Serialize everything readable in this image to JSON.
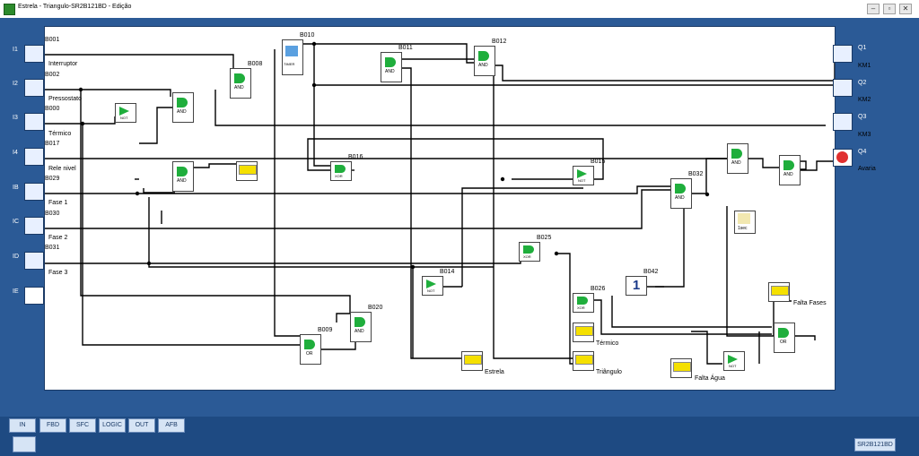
{
  "window": {
    "title": "Estrela - Triangulo-SR2B121BD - Edição",
    "controls": [
      "minimize",
      "restore",
      "close"
    ]
  },
  "inputs": [
    {
      "label": "I1",
      "id": "B001",
      "name": "Interruptor"
    },
    {
      "label": "I2",
      "id": "B002",
      "name": "Pressostato"
    },
    {
      "label": "I3",
      "id": "B000",
      "name": "Térmico"
    },
    {
      "label": "I4",
      "id": "B017",
      "name": "Rele nivel"
    },
    {
      "label": "IB",
      "id": "B029",
      "name": "Fase 1"
    },
    {
      "label": "IC",
      "id": "B030",
      "name": "Fase 2"
    },
    {
      "label": "ID",
      "id": "B031",
      "name": "Fase 3"
    },
    {
      "label": "IE",
      "id": "",
      "name": ""
    }
  ],
  "outputs": [
    {
      "label": "Q1",
      "name": "KM1"
    },
    {
      "label": "Q2",
      "name": "KM2"
    },
    {
      "label": "Q3",
      "name": "KM3"
    },
    {
      "label": "Q4",
      "name": "Avaria"
    }
  ],
  "blocks": {
    "B010": {
      "id": "B010",
      "type": "TIMER"
    },
    "B011": {
      "id": "B011",
      "type": "AND"
    },
    "B012": {
      "id": "B012",
      "type": "AND"
    },
    "B008": {
      "id": "B008",
      "type": "AND"
    },
    "NOT1": {
      "id": "",
      "type": "NOT"
    },
    "AND1": {
      "id": "",
      "type": "AND"
    },
    "AND2": {
      "id": "",
      "type": "AND"
    },
    "DISP1": {
      "id": "",
      "type": "DISPLAY"
    },
    "B016": {
      "id": "B016",
      "type": "XOR"
    },
    "B015": {
      "id": "B015",
      "type": "NOT"
    },
    "B032": {
      "id": "B032",
      "type": "AND"
    },
    "AND3": {
      "id": "",
      "type": "AND"
    },
    "AND4": {
      "id": "",
      "type": "AND"
    },
    "SEC": {
      "id": "",
      "type": "1sec"
    },
    "B025": {
      "id": "B025",
      "type": "XOR"
    },
    "B014": {
      "id": "B014",
      "type": "NOT"
    },
    "B042": {
      "id": "B042",
      "type": "1"
    },
    "B026": {
      "id": "B026",
      "type": "XOR"
    },
    "B020": {
      "id": "B020",
      "type": "AND"
    },
    "B009": {
      "id": "B009",
      "type": "OR"
    },
    "OR2": {
      "id": "",
      "type": "OR"
    },
    "NOT4": {
      "id": "",
      "type": "NOT"
    }
  },
  "displays": [
    {
      "name": "Térmico"
    },
    {
      "name": "Estrela"
    },
    {
      "name": "Triângulo"
    },
    {
      "name": "Falta Água"
    },
    {
      "name": "Falta Fases"
    }
  ],
  "tabs": [
    "IN",
    "FBD",
    "SFC",
    "LOGIC",
    "OUT",
    "AFB"
  ],
  "status": {
    "model": "SR2B121BD"
  },
  "colors": {
    "frame": "#2b5a96",
    "gate": "#1fae3c",
    "bar": "#1e4a82",
    "alarm": "#e03030"
  }
}
